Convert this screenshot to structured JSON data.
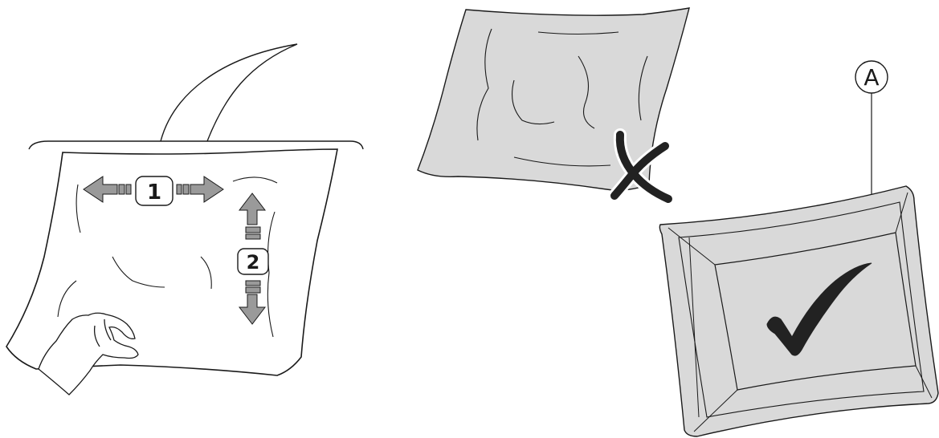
{
  "steps": {
    "step1": "1",
    "step2": "2"
  },
  "callout": {
    "label": "A"
  },
  "colors": {
    "line": "#1a1a1a",
    "pillow_fill": "#d9d9d9",
    "arrow_fill": "#9a9a9a",
    "mark": "#222222"
  },
  "icons": {
    "wrong": "cross-mark-icon",
    "right": "check-mark-icon"
  }
}
